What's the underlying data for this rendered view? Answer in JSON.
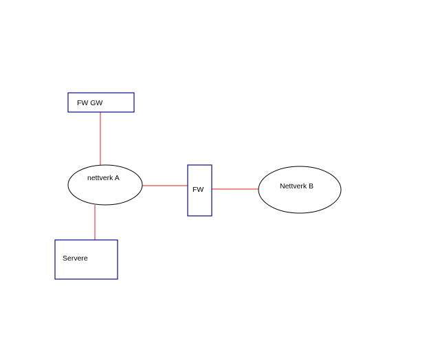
{
  "diagram": {
    "nodes": {
      "fw_gw": {
        "label": "FW GW",
        "shape": "rectangle"
      },
      "nettverk_a": {
        "label": "nettverk A",
        "shape": "ellipse"
      },
      "fw": {
        "label": "FW",
        "shape": "rectangle"
      },
      "nettverk_b": {
        "label": "Nettverk B",
        "shape": "ellipse"
      },
      "servere": {
        "label": "Servere",
        "shape": "rectangle"
      }
    },
    "edges": [
      {
        "from": "FW GW",
        "to": "nettverk A"
      },
      {
        "from": "nettverk A",
        "to": "Servere"
      },
      {
        "from": "nettverk A",
        "to": "FW"
      },
      {
        "from": "FW",
        "to": "Nettverk B"
      }
    ],
    "colors": {
      "box_border": "#0a0a80",
      "ellipse_border": "#000000",
      "connector": "#e01b1b",
      "background": "#ffffff",
      "text": "#000000"
    }
  }
}
